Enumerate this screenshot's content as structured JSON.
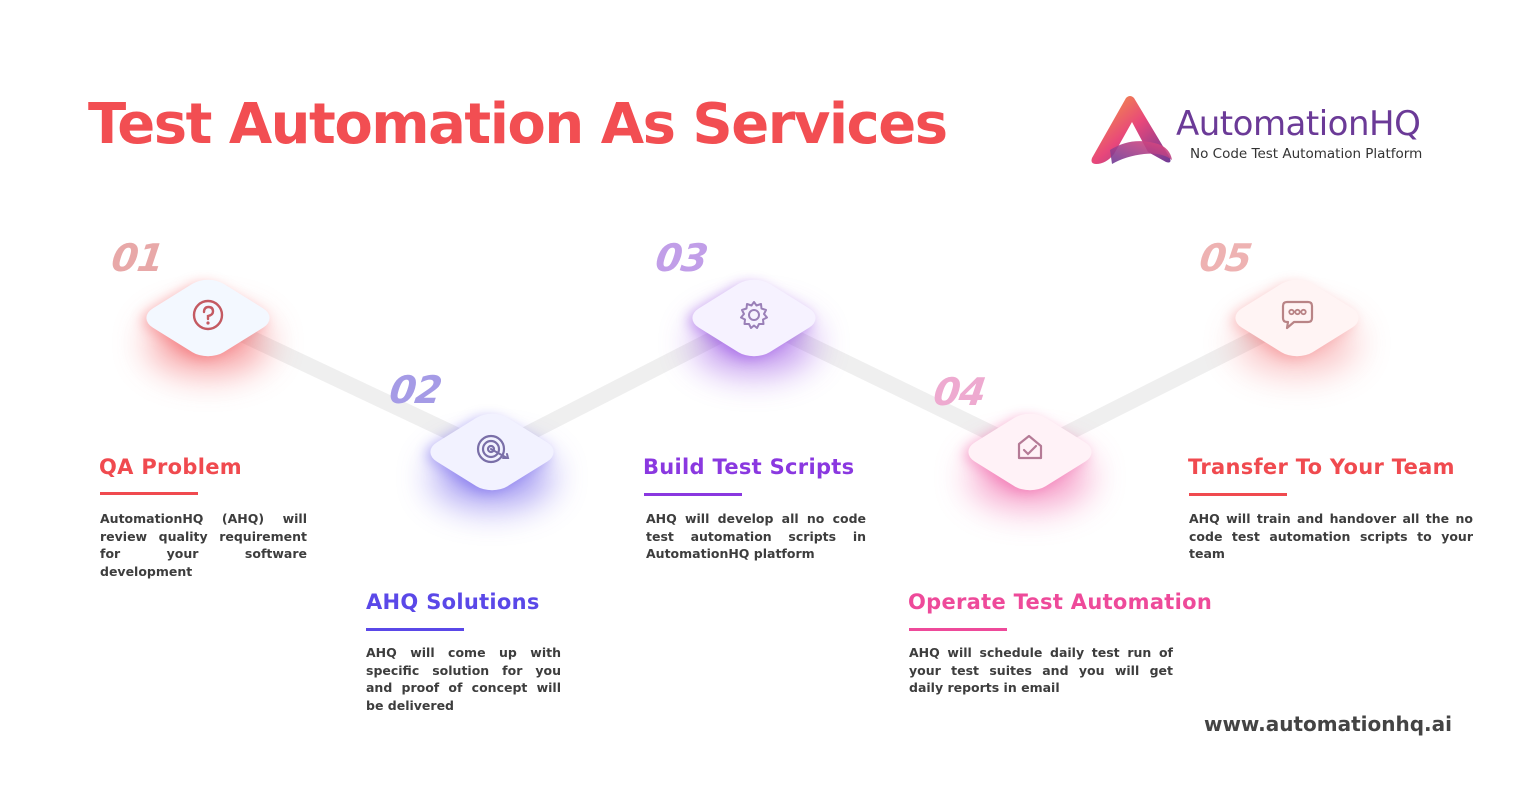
{
  "title": "Test Automation As Services",
  "brand": {
    "name": "AutomationHQ",
    "tagline": "No Code Test Automation Platform",
    "colors": {
      "gradient_start": "#f6a23b",
      "gradient_mid": "#e8477a",
      "gradient_end": "#6b3a97"
    }
  },
  "steps": [
    {
      "number": "01",
      "heading": "QA Problem",
      "description": "AutomationHQ (AHQ) will review quality requirement for your software development",
      "icon": "question-icon",
      "color": "#f04a4f",
      "number_color": "#e8a8a8",
      "tint": "#f3f8ff"
    },
    {
      "number": "02",
      "heading": "AHQ Solutions",
      "description": "AHQ will come up with specific solution for you and proof of concept will be delivered",
      "icon": "target-icon",
      "color": "#5a48e8",
      "number_color": "#a59be6",
      "tint": "#f2f2ff"
    },
    {
      "number": "03",
      "heading": "Build Test Scripts",
      "description": "AHQ will develop all no code test automation scripts in AutomationHQ platform",
      "icon": "gear-icon",
      "color": "#8a38e0",
      "number_color": "#c19ee8",
      "tint": "#f6f2ff"
    },
    {
      "number": "04",
      "heading": "Operate Test Automation",
      "description": "AHQ will schedule daily test run of your test suites and you will get daily reports in email",
      "icon": "check-tag-icon",
      "color": "#ee4a9a",
      "number_color": "#eeaad0",
      "tint": "#fff2f7"
    },
    {
      "number": "05",
      "heading": "Transfer To Your Team",
      "description": "AHQ will train and handover all the no code test automation scripts to your team",
      "icon": "chat-bubble-icon",
      "color": "#f04a4f",
      "number_color": "#eeb2b2",
      "tint": "#fff4f4"
    }
  ],
  "website": "www.automationhq.ai"
}
